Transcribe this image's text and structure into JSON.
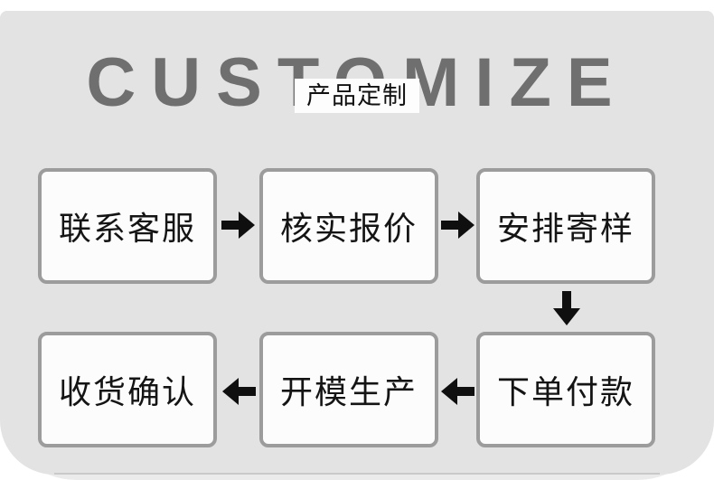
{
  "header": {
    "title_en": "CUSTOMIZE",
    "title_zh": "产品定制"
  },
  "flow": {
    "type": "flowchart",
    "steps": [
      {
        "order": 1,
        "label": "联系客服"
      },
      {
        "order": 2,
        "label": "核实报价"
      },
      {
        "order": 3,
        "label": "安排寄样"
      },
      {
        "order": 4,
        "label": "下单付款"
      },
      {
        "order": 5,
        "label": "开模生产"
      },
      {
        "order": 6,
        "label": "收货确认"
      }
    ],
    "connections": [
      {
        "from": "联系客服",
        "to": "核实报价",
        "direction": "right"
      },
      {
        "from": "核实报价",
        "to": "安排寄样",
        "direction": "right"
      },
      {
        "from": "安排寄样",
        "to": "下单付款",
        "direction": "down"
      },
      {
        "from": "下单付款",
        "to": "开模生产",
        "direction": "left"
      },
      {
        "from": "开模生产",
        "to": "收货确认",
        "direction": "left"
      }
    ]
  },
  "colors": {
    "page_background": "#ffffff",
    "panel_background": "#e3e3e3",
    "panel_halo": "#ebebeb",
    "title_text": "#6f6f6f",
    "badge_background": "#fdfdfd",
    "badge_text": "#111111",
    "box_background": "#fcfcfc",
    "box_border": "#9c9c9c",
    "box_text": "#141414",
    "arrow": "#0f0f0f"
  }
}
